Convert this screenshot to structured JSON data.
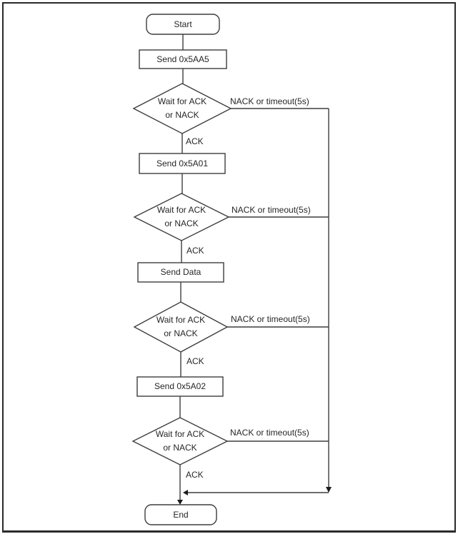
{
  "flowchart": {
    "start": {
      "label": "Start"
    },
    "send_handshake": {
      "label": "Send 0x5AA5"
    },
    "wait1": {
      "line1": "Wait for ACK",
      "line2": "or NACK"
    },
    "send_5a01": {
      "label": "Send 0x5A01"
    },
    "wait2": {
      "line1": "Wait for ACK",
      "line2": "or NACK"
    },
    "send_data": {
      "label": "Send Data"
    },
    "wait3": {
      "line1": "Wait for ACK",
      "line2": "or NACK"
    },
    "send_5a02": {
      "label": "Send 0x5A02"
    },
    "wait4": {
      "line1": "Wait for ACK",
      "line2": "or NACK"
    },
    "end": {
      "label": "End"
    },
    "branch_labels": {
      "ack1": "ACK",
      "nack1": "NACK or timeout(5s)",
      "ack2": "ACK",
      "nack2": "NACK or timeout(5s)",
      "ack3": "ACK",
      "nack3": "NACK or timeout(5s)",
      "ack4": "ACK",
      "nack4": "NACK or timeout(5s)"
    },
    "colors": {
      "line": "#3d3d3d",
      "arrow": "#1c1c1c",
      "text": "#262626",
      "background": "#ffffff",
      "frame": "#2a2a2a"
    }
  }
}
